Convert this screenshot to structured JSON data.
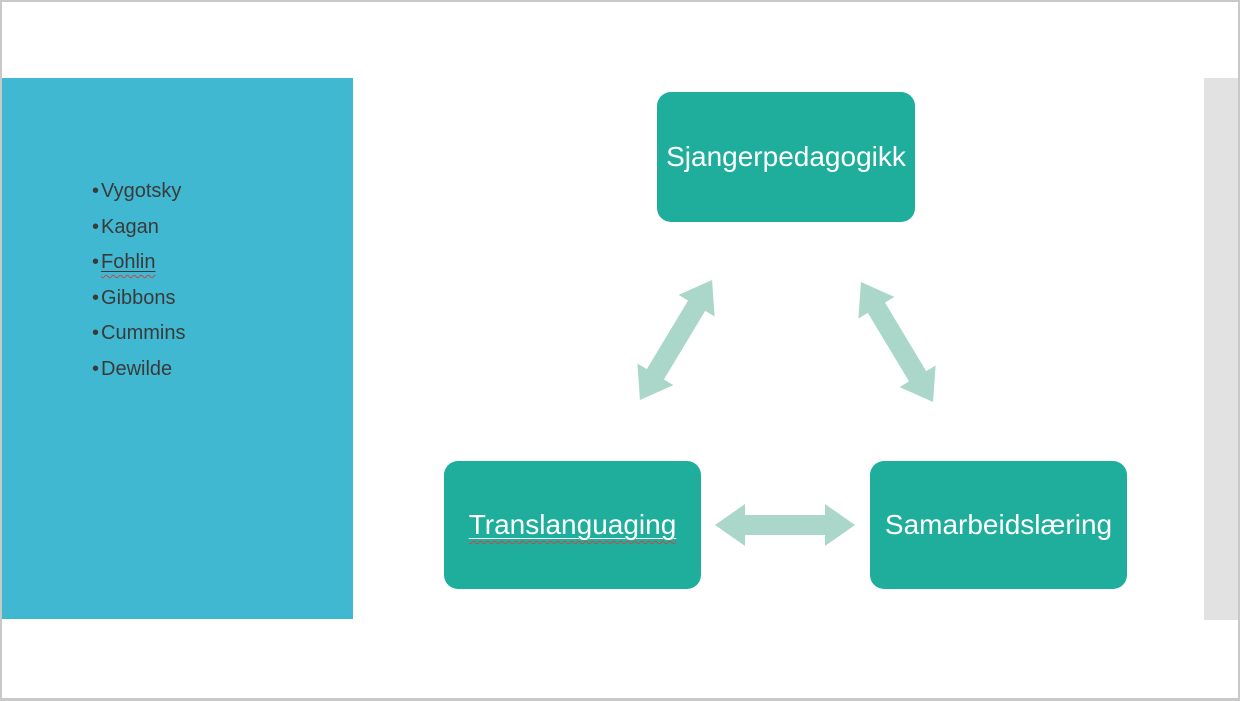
{
  "sidebar": {
    "bullet": "•",
    "items": [
      {
        "label": "Vygotsky",
        "link": false
      },
      {
        "label": "Kagan",
        "link": false
      },
      {
        "label": "Fohlin",
        "link": true,
        "spellcheck": true
      },
      {
        "label": "Gibbons",
        "link": false
      },
      {
        "label": "Cummins",
        "link": false
      },
      {
        "label": "Dewilde",
        "link": false
      }
    ]
  },
  "diagram": {
    "type": "cycle",
    "nodes": [
      {
        "label": "Sjangerpedagogikk",
        "position": "top",
        "link": false
      },
      {
        "label": "Translanguaging",
        "position": "bottom-left",
        "link": true,
        "spellcheck": true
      },
      {
        "label": "Samarbeidslæring",
        "position": "bottom-right",
        "link": false
      }
    ],
    "connectors": [
      {
        "from": "Sjangerpedagogikk",
        "to": "Translanguaging",
        "style": "double-arrow"
      },
      {
        "from": "Sjangerpedagogikk",
        "to": "Samarbeidslæring",
        "style": "double-arrow"
      },
      {
        "from": "Translanguaging",
        "to": "Samarbeidslæring",
        "style": "double-arrow"
      }
    ]
  },
  "colors": {
    "sidebar_bg": "#41b8d2",
    "node_bg": "#1fae9c",
    "arrow": "#abd7ca",
    "list_text": "#3a3a3a",
    "node_text": "#ffffff",
    "right_panel_bg": "#e2e2e2",
    "spellcheck": "#cc4444",
    "frame_border": "#c9c9c9"
  }
}
